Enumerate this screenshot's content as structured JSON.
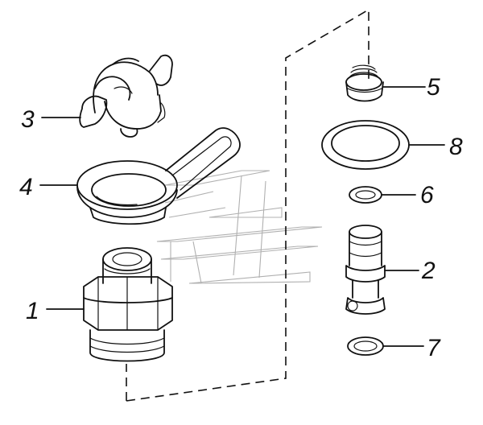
{
  "diagram": {
    "callouts": [
      {
        "id": "part-1",
        "label": "1"
      },
      {
        "id": "part-2",
        "label": "2"
      },
      {
        "id": "part-3",
        "label": "3"
      },
      {
        "id": "part-4",
        "label": "4"
      },
      {
        "id": "part-5",
        "label": "5"
      },
      {
        "id": "part-6",
        "label": "6"
      },
      {
        "id": "part-7",
        "label": "7"
      },
      {
        "id": "part-8",
        "label": "8"
      }
    ],
    "colors": {
      "ink": "#111111",
      "watermark": "#b0b0b0",
      "background": "#ffffff"
    }
  }
}
